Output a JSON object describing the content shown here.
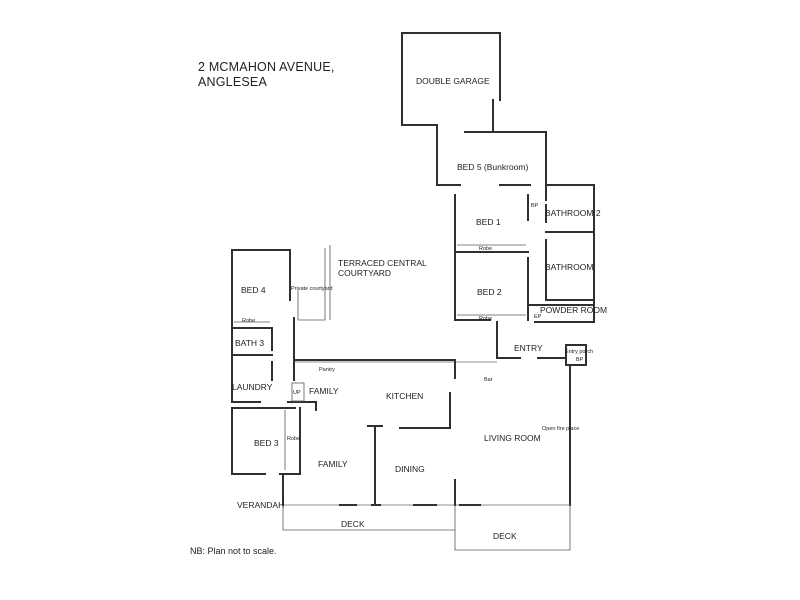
{
  "title": {
    "line1": "2 MCMAHON AVENUE,",
    "line2": "ANGLESEA"
  },
  "note": "NB: Plan not to scale.",
  "rooms": {
    "double_garage": "DOUBLE GARAGE",
    "bed5": "BED 5 (Bunkroom)",
    "bed1": "BED 1",
    "bathroom2": "BATHROOM 2",
    "bathroom": "BATHROOM",
    "bed2": "BED 2",
    "powder_room": "POWDER ROOM",
    "courtyard_line1": "TERRACED CENTRAL",
    "courtyard_line2": "COURTYARD",
    "bed4": "BED 4",
    "bath3": "BATH 3",
    "laundry": "LAUNDRY",
    "family_upper": "FAMILY",
    "kitchen": "KITCHEN",
    "entry": "ENTRY",
    "bed3": "BED 3",
    "family_lower": "FAMILY",
    "dining": "DINING",
    "living_room": "LIVING ROOM",
    "verandah": "VERANDAH",
    "deck_left": "DECK",
    "deck_right": "DECK"
  },
  "annotations": {
    "bp_bed5": "BP",
    "robe_bed1": "Robe",
    "robe_bed2": "Robe",
    "ep": "EP",
    "private_courtyard": "Private courtyard",
    "robe_bed4": "Robe",
    "pantry": "Pantry",
    "up": "UP",
    "bar": "Bar",
    "entry_porch": "Entry porch",
    "bp_entry": "BP",
    "open_fire_place": "Open fire place",
    "robe_bed3": "Robe"
  }
}
